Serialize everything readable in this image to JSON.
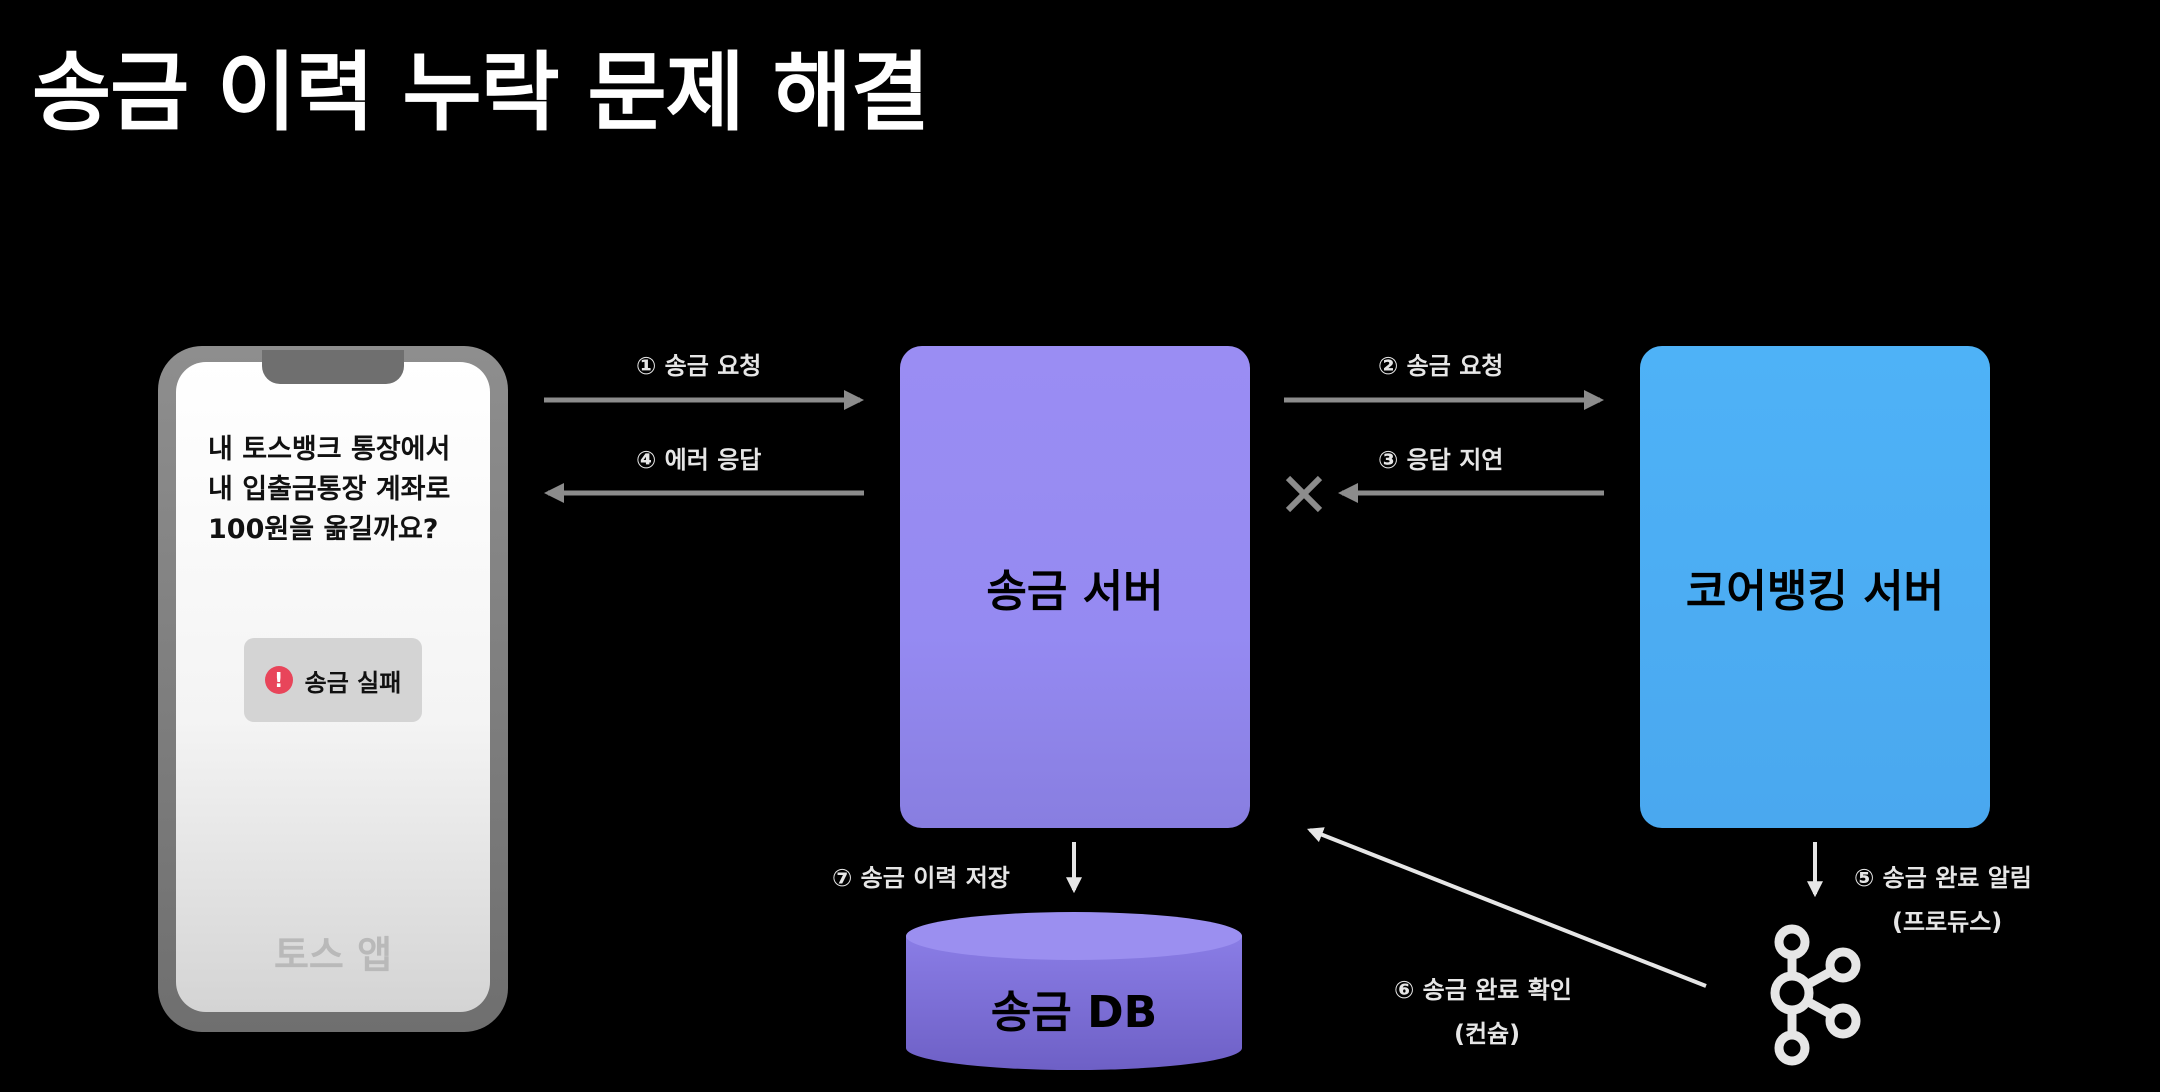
{
  "title": "송금 이력 누락 문제 해결",
  "phone": {
    "message_lines": [
      "내 토스뱅크 통장에서",
      "내 입출금통장 계좌로",
      "100원을 옮길까요?"
    ],
    "fail_icon": "!",
    "fail_text": "송금 실패",
    "app_label": "토스 앱"
  },
  "servers": {
    "transfer": "송금 서버",
    "core": "코어뱅킹 서버"
  },
  "database": "송금 DB",
  "steps": {
    "s1": "① 송금 요청",
    "s2": "② 송금 요청",
    "s3": "③ 응답 지연",
    "s4": "④ 에러 응답",
    "s5_line1": "⑤ 송금 완료 알림",
    "s5_line2": "(프로듀스)",
    "s6_line1": "⑥ 송금 완료 확인",
    "s6_line2": "(컨슘)",
    "s7": "⑦ 송금 이력 저장"
  },
  "icons": {
    "alert": "alert-circle-icon",
    "cross": "cross-icon",
    "kafka": "kafka-icon"
  },
  "colors": {
    "transfer_server": "#958af2",
    "core_server": "#4aa8ef",
    "database": "#7d6fd4",
    "arrow": "#8c8c8c",
    "alert": "#e8455a"
  }
}
